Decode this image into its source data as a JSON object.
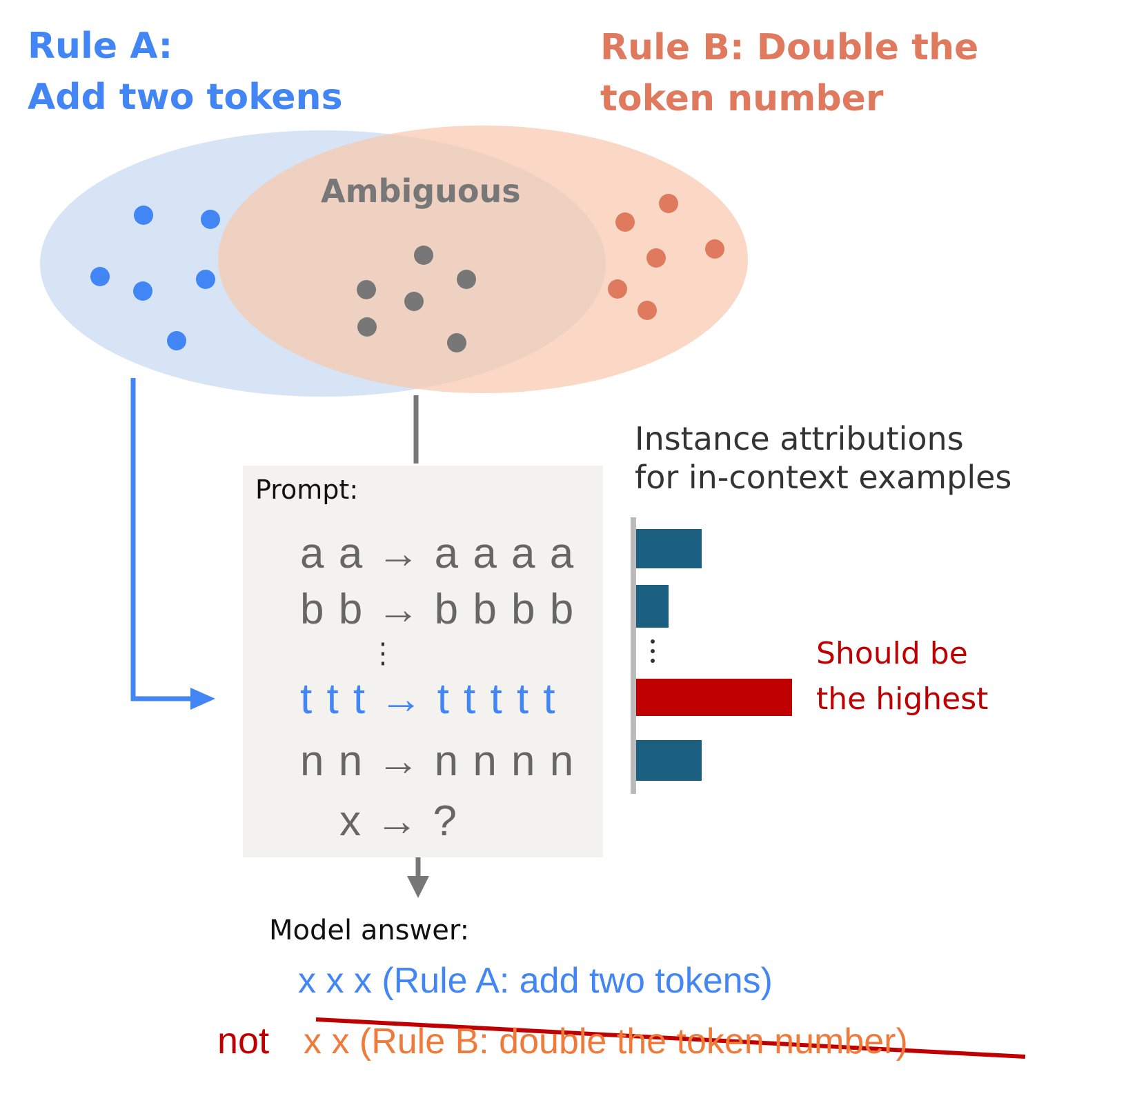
{
  "rule_a": {
    "title_line1": "Rule A:",
    "title_line2": "Add two tokens",
    "color": "#4285F4"
  },
  "rule_b": {
    "title_line1": "Rule B: Double the",
    "title_line2": "token number",
    "color": "#E07A5F"
  },
  "venn": {
    "overlap_label": "Ambiguous",
    "left_color": "#D6E4F5",
    "right_color": "#F8C9AE",
    "dot_colors": {
      "rule_a": "#4285F4",
      "ambiguous": "#777777",
      "rule_b": "#E07A5F"
    }
  },
  "prompt": {
    "label": "Prompt:",
    "examples": [
      {
        "text": "a a → a a a a",
        "highlight": false
      },
      {
        "text": "b b → b b b b",
        "highlight": false
      },
      {
        "text": "⋮",
        "highlight": false
      },
      {
        "text": "t t t → t t t t t",
        "highlight": true
      },
      {
        "text": "n n → n n n n",
        "highlight": false
      },
      {
        "text": "x → ?",
        "highlight": false
      }
    ]
  },
  "attributions": {
    "title": "Instance attributions\nfor in-context examples",
    "bar_values": [
      0.42,
      0.21,
      1.0,
      0.42
    ],
    "highlight_index": 2,
    "bar_color": "#1A5E80",
    "highlight_color": "#C00000",
    "note": "Should be\nthe highest"
  },
  "answer": {
    "label": "Model answer:",
    "rule_a_answer": "x x x (Rule A: add two tokens)",
    "not_label": "not",
    "rule_b_answer": "x x (Rule B: double the token number)"
  }
}
